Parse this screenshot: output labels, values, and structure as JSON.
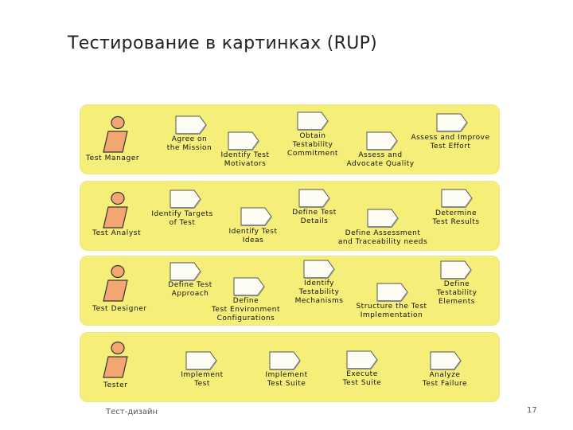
{
  "title": "Тестирование в картинках (RUP)",
  "footer": "Тест-дизайн",
  "page_number": "17",
  "colors": {
    "lane": "#f5ef7a",
    "role_body": "#f4a672",
    "activity": "#fdfdf4"
  },
  "lanes": [
    {
      "role": "Test Manager",
      "activities": [
        "Agree on\nthe Mission",
        "Identify Test\nMotivators",
        "Obtain\nTestability\nCommitment",
        "Assess and\nAdvocate Quality",
        "Assess and Improve\nTest Effort"
      ]
    },
    {
      "role": "Test Analyst",
      "activities": [
        "Identify Targets\nof Test",
        "Identify Test\nIdeas",
        "Define Test\nDetails",
        "Define Assessment\nand Traceability needs",
        "Determine\nTest Results"
      ]
    },
    {
      "role": "Test Designer",
      "activities": [
        "Define Test\nApproach",
        "Define\nTest Environment\nConfigurations",
        "Identify\nTestability\nMechanisms",
        "Structure the Test\nImplementation",
        "Define\nTestability\nElements"
      ]
    },
    {
      "role": "Tester",
      "activities": [
        "Implement\nTest",
        "Implement\nTest Suite",
        "Execute\nTest Suite",
        "Analyze\nTest Failure"
      ]
    }
  ]
}
